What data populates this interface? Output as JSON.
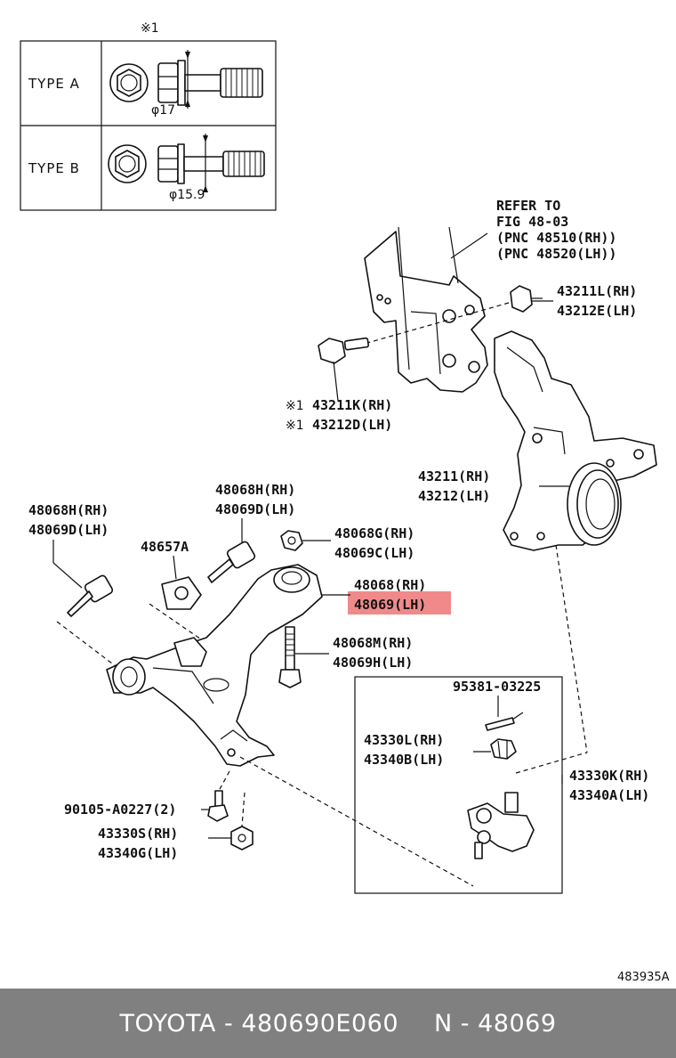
{
  "inset": {
    "note_mark": "※1",
    "type_a_label": "TYPE A",
    "type_a_dim": "φ17",
    "type_b_label": "TYPE B",
    "type_b_dim": "φ15.9"
  },
  "reference": {
    "line1": "REFER TO",
    "line2": "FIG 48-03",
    "line3": "(PNC 48510(RH))",
    "line4": "(PNC 48520(LH))"
  },
  "parts": {
    "nut_top_rh": "43211L(RH)",
    "nut_top_lh": "43212E(LH)",
    "bolt_top_mark1": "※1",
    "bolt_top_rh": "43211K(RH)",
    "bolt_top_mark2": "※1",
    "bolt_top_lh": "43212D(LH)",
    "knuckle_rh": "43211(RH)",
    "knuckle_lh": "43212(LH)",
    "bolt_left_rh": "48068H(RH)",
    "bolt_left_lh": "48069D(LH)",
    "bolt_mid_rh": "48068H(RH)",
    "bolt_mid_lh": "48069D(LH)",
    "bracket": "48657A",
    "nut_mid_rh": "48068G(RH)",
    "nut_mid_lh": "48069C(LH)",
    "arm_rh": "48068(RH)",
    "arm_lh": "48069(LH)",
    "stud_rh": "48068M(RH)",
    "stud_lh": "48069H(LH)",
    "pin": "95381-03225",
    "castle_nut_rh": "43330L(RH)",
    "castle_nut_lh": "43340B(LH)",
    "balljoint_rh": "43330K(RH)",
    "balljoint_lh": "43340A(LH)",
    "small_bolt": "90105-A0227(2)",
    "small_nut_rh": "43330S(RH)",
    "small_nut_lh": "43340G(LH)",
    "diagram_no": "483935A"
  },
  "highlight_color": "#f08a8a",
  "footer": {
    "brand": "TOYOTA",
    "part_number": "480690E060",
    "pnc": "N - 48069",
    "separator": " - "
  }
}
